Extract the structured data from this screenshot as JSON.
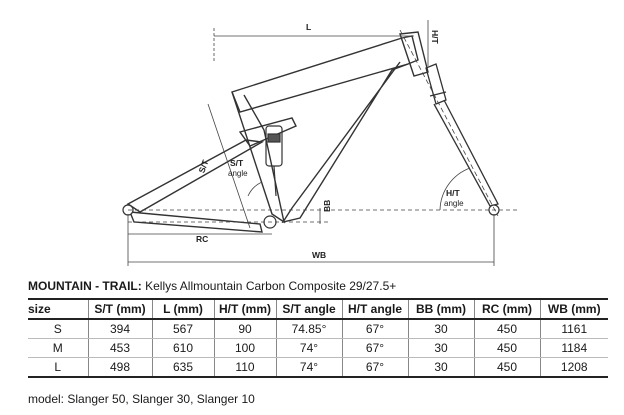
{
  "diagram": {
    "labels": {
      "l": "L",
      "ht": "H/T",
      "st": "S/T",
      "st_angle_1": "S/T",
      "st_angle_2": "angle",
      "ht_angle_1": "H/T",
      "ht_angle_2": "angle",
      "bb": "BB",
      "rc": "RC",
      "wb": "WB"
    }
  },
  "heading": {
    "prefix": "MOUNTAIN - TRAIL:",
    "text": " Kellys Allmountain Carbon Composite 29/27.5+"
  },
  "table": {
    "headers": [
      "size",
      "S/T (mm)",
      "L (mm)",
      "H/T (mm)",
      "S/T angle",
      "H/T angle",
      "BB (mm)",
      "RC (mm)",
      "WB (mm)"
    ],
    "rows": [
      [
        "S",
        "394",
        "567",
        "90",
        "74.85°",
        "67°",
        "30",
        "450",
        "1161"
      ],
      [
        "M",
        "453",
        "610",
        "100",
        "74°",
        "67°",
        "30",
        "450",
        "1184"
      ],
      [
        "L",
        "498",
        "635",
        "110",
        "74°",
        "67°",
        "30",
        "450",
        "1208"
      ]
    ]
  },
  "footer": {
    "models": "model: Slanger 50, Slanger 30, Slanger 10"
  }
}
